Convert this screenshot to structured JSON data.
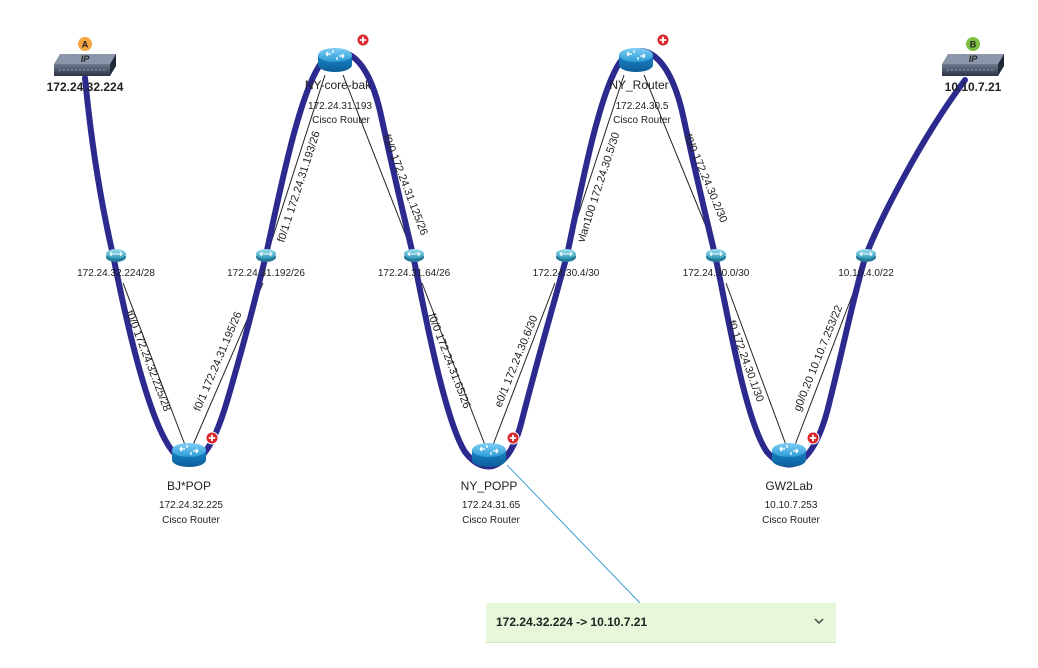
{
  "endpoints": [
    {
      "id": "a",
      "badge": "A",
      "badge_color": "#f5a742",
      "ip": "172.24.32.224"
    },
    {
      "id": "b",
      "badge": "B",
      "badge_color": "#7ec142",
      "ip": "10.10.7.21"
    }
  ],
  "routers": [
    {
      "id": "ny-core-bak",
      "name": "NY-core-bak",
      "ip": "172.24.31.193",
      "type": "Cisco Router"
    },
    {
      "id": "ny-router",
      "name": "NY_Router",
      "ip": "172.24.30.5",
      "type": "Cisco Router"
    },
    {
      "id": "bj-pop",
      "name": "BJ*POP",
      "ip": "172.24.32.225",
      "type": "Cisco Router"
    },
    {
      "id": "ny-popp",
      "name": "NY_POPP",
      "ip": "172.24.31.65",
      "type": "Cisco Router"
    },
    {
      "id": "gw2lab",
      "name": "GW2Lab",
      "ip": "10.10.7.253",
      "type": "Cisco Router"
    }
  ],
  "subnets": [
    {
      "id": "s1",
      "label": "172.24.32.224/28"
    },
    {
      "id": "s2",
      "label": "172.24.31.192/26"
    },
    {
      "id": "s3",
      "label": "172.24.31.64/26"
    },
    {
      "id": "s4",
      "label": "172.24.30.4/30"
    },
    {
      "id": "s5",
      "label": "172.24.30.0/30"
    },
    {
      "id": "s6",
      "label": "10.10.4.0/22"
    }
  ],
  "interfaces": [
    {
      "id": "if1",
      "label": "f0/0 172.24.32.225/28"
    },
    {
      "id": "if2",
      "label": "f0/1 172.24.31.195/26"
    },
    {
      "id": "if3",
      "label": "f0/1.1 172.24.31.193/26"
    },
    {
      "id": "if4",
      "label": "f0/0 172.24.31.125/26"
    },
    {
      "id": "if5",
      "label": "f0/0 172.24.31.65/26"
    },
    {
      "id": "if6",
      "label": "e0/1 172.24.30.6/30"
    },
    {
      "id": "if7",
      "label": "vlan100 172.24.30.5/30"
    },
    {
      "id": "if8",
      "label": "f0/0 172.24.30.2/30"
    },
    {
      "id": "if9",
      "label": "f0 172.24.30.1/30"
    },
    {
      "id": "if10",
      "label": "g0/0.20 10.10.7.253/22"
    }
  ],
  "path_panel": {
    "title": "172.24.32.224 -> 10.10.7.21"
  },
  "colors": {
    "path": "#2c2a8f",
    "router_blue": "#1a8fd1",
    "add_badge": "#d9262b",
    "hub": "#3aa6c4",
    "callout": "#3a9fd0",
    "panel_bg": "#e6f8d9"
  }
}
